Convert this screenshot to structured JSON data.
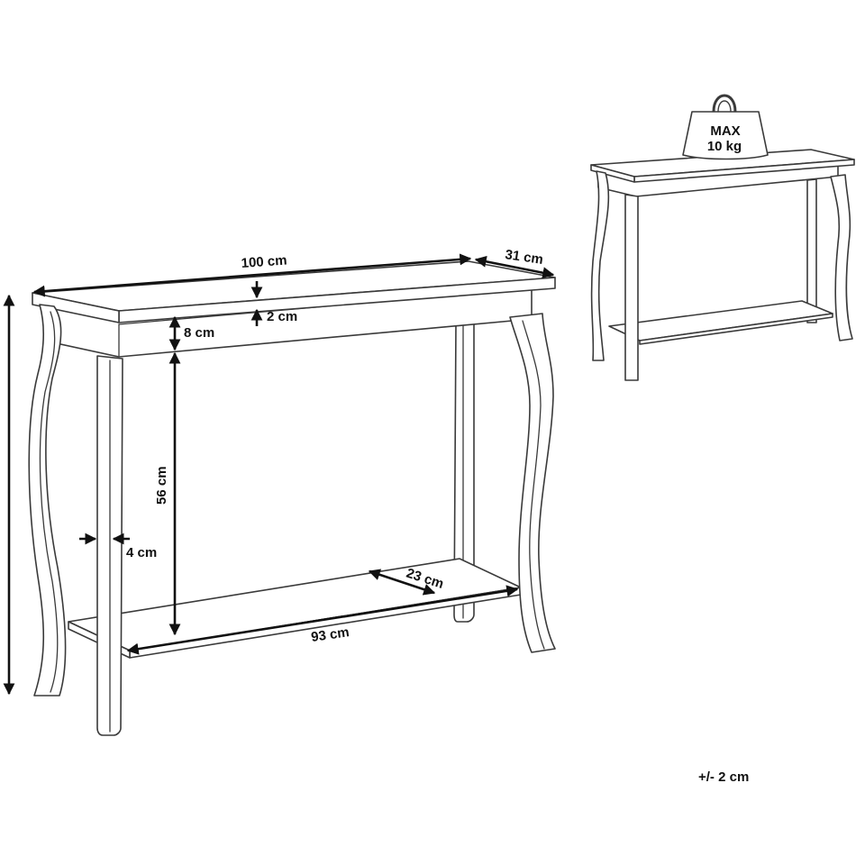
{
  "diagram": {
    "subject": "Console table with lower shelf",
    "main_view": {
      "dimensions": {
        "width": "100 cm",
        "depth": "31 cm",
        "top_thickness": "2 cm",
        "apron_height": "8 cm",
        "clearance_height": "56 cm",
        "leg_width": "4 cm",
        "shelf_depth": "23 cm",
        "shelf_width": "93 cm"
      }
    },
    "thumbnail_view": {
      "weight_limit_line1": "MAX",
      "weight_limit_line2": "10 kg"
    },
    "tolerance": "+/- 2 cm",
    "colors": {
      "line": "#3a3a3a",
      "dimension": "#111111",
      "background": "#ffffff"
    }
  }
}
